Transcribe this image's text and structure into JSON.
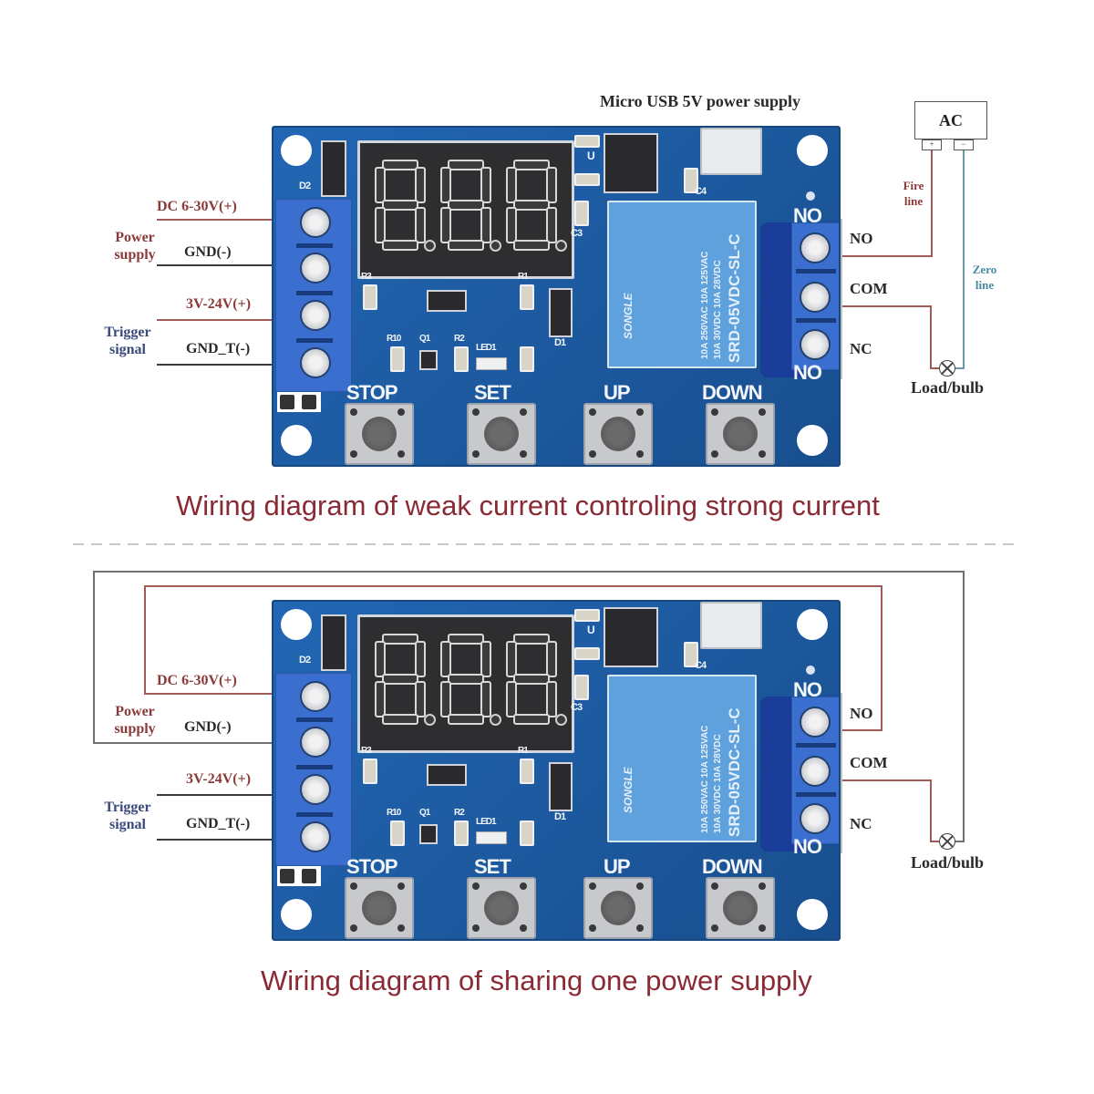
{
  "diagram_top": {
    "usb_label": "Micro USB 5V power supply",
    "ac_box_label": "AC",
    "ac_plus": "+",
    "ac_minus": "−",
    "fire_line_label": "Fire line",
    "zero_line_label": "Zero line",
    "power_supply_label": "Power supply",
    "trigger_signal_label": "Trigger signal",
    "dc_plus_label": "DC 6-30V(+)",
    "gnd_label": "GND(-)",
    "trigger_plus_label": "3V-24V(+)",
    "trigger_gnd_label": "GND_T(-)",
    "no_label": "NO",
    "com_label": "COM",
    "nc_label": "NC",
    "load_label": "Load/bulb",
    "caption": "Wiring diagram of weak current controling strong current"
  },
  "diagram_bottom": {
    "power_supply_label": "Power supply",
    "trigger_signal_label": "Trigger signal",
    "dc_plus_label": "DC 6-30V(+)",
    "gnd_label": "GND(-)",
    "trigger_plus_label": "3V-24V(+)",
    "trigger_gnd_label": "GND_T(-)",
    "no_label": "NO",
    "com_label": "COM",
    "nc_label": "NC",
    "load_label": "Load/bulb",
    "caption": "Wiring diagram of sharing one power supply"
  },
  "board": {
    "buttons": [
      "STOP",
      "SET",
      "UP",
      "DOWN"
    ],
    "relay_brand": "SONGLE",
    "relay_model": "SRD-05VDC-SL-C",
    "relay_rating_1": "10A 250VAC 10A 125VAC",
    "relay_rating_2": "10A 30VDC 10A 28VDC",
    "silk_no_top": "NO",
    "silk_no_bottom": "NO",
    "silk_d1": "D1",
    "silk_d2": "D2",
    "silk_c3": "C3",
    "silk_c4": "C4",
    "silk_u": "U",
    "silk_r1": "R1",
    "silk_r2": "R2",
    "silk_r3": "R3",
    "silk_r10": "R10",
    "silk_q1": "Q1",
    "silk_led1": "LED1",
    "display_digits": 3
  },
  "colors": {
    "caption": "#8a2a34",
    "pcb": "#1f5fa8",
    "wire_red": "#a05a5a",
    "wire_teal": "#6a9aa8"
  }
}
